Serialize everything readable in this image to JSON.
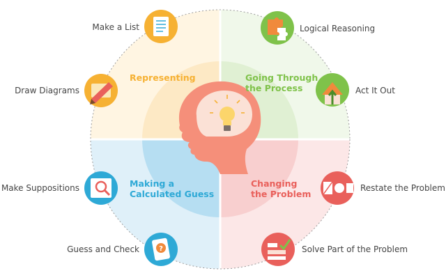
{
  "colors": {
    "representing": "#f6b133",
    "process": "#7fc24a",
    "guess": "#2ea9d6",
    "changing": "#e9605b",
    "head": "#f58f7a",
    "brain": "#fbe1d6",
    "text": "#444444"
  },
  "quadrants": {
    "representing": {
      "label": "Representing"
    },
    "process": {
      "label_line1": "Going Through",
      "label_line2": "the Process"
    },
    "guess": {
      "label_line1": "Making a",
      "label_line2": "Calculated Guess"
    },
    "changing": {
      "label_line1": "Changing",
      "label_line2": "the Problem"
    }
  },
  "strategies": {
    "make_a_list": {
      "label": "Make a List",
      "icon": "list-icon"
    },
    "draw_diagrams": {
      "label": "Draw Diagrams",
      "icon": "pencil-icon"
    },
    "logical_reasoning": {
      "label": "Logical Reasoning",
      "icon": "puzzle-icon"
    },
    "act_it_out": {
      "label": "Act It Out",
      "icon": "house-arrow-icon"
    },
    "make_suppositions": {
      "label": "Make Suppositions",
      "icon": "magnifier-icon"
    },
    "guess_and_check": {
      "label": "Guess and Check",
      "icon": "question-card-icon"
    },
    "restate_the_problem": {
      "label": "Restate the Problem",
      "icon": "shapes-icon"
    },
    "solve_part": {
      "label": "Solve Part of the Problem",
      "icon": "checklist-icon"
    }
  },
  "center": {
    "icon": "lightbulb-icon"
  }
}
